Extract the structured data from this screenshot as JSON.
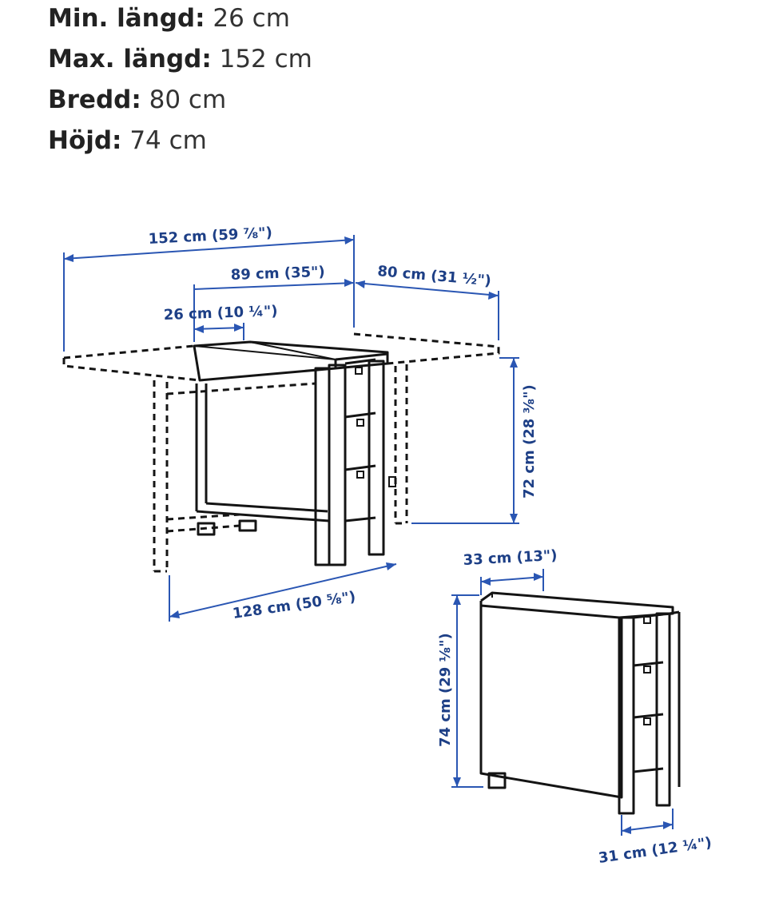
{
  "specs": [
    {
      "label": "Min. längd:",
      "value": "26 cm"
    },
    {
      "label": "Max. längd:",
      "value": "152 cm"
    },
    {
      "label": "Bredd:",
      "value": "80 cm"
    },
    {
      "label": "Höjd:",
      "value": "74 cm"
    }
  ],
  "dimensions": {
    "max_length": "152 cm (59 ⅞\")",
    "middle_length": "89 cm (35\")",
    "width": "80 cm (31 ½\")",
    "min_length": "26 cm (10 ¼\")",
    "height_open": "72 cm (28 ⅜\")",
    "leg_span": "128 cm (50 ⅝\")",
    "folded_depth": "33 cm (13\")",
    "height_folded": "74 cm (29 ⅛\")",
    "base_depth": "31 cm (12 ¼\")"
  }
}
